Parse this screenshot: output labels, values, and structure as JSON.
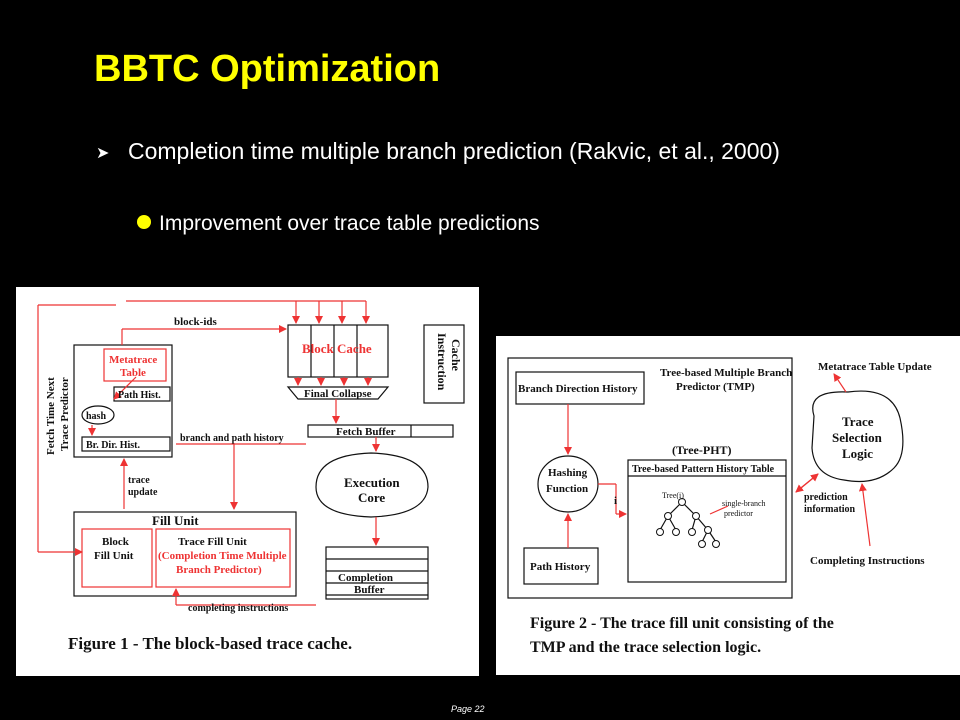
{
  "slide": {
    "title": "BBTC Optimization",
    "bullets": [
      {
        "text": "Completion time multiple branch prediction (Rakvic, et al., 2000)"
      },
      {
        "text": "Improvement over trace table predictions"
      }
    ],
    "footer": "Page 22"
  },
  "figure1": {
    "caption": "Figure 1 - The block-based trace cache.",
    "labels": {
      "block_ids": "block-ids",
      "block_cache": "Block Cache",
      "instruction_cache_1": "Instruction",
      "instruction_cache_2": "Cache",
      "final_collapse": "Final Collapse",
      "fetch_buffer": "Fetch Buffer",
      "predictor_1": "Fetch Time Next",
      "predictor_2": "Trace Predictor",
      "metatrace_1": "Metatrace",
      "metatrace_2": "Table",
      "path_hist": "Path Hist.",
      "hash": "hash",
      "br_dir_hist": "Br. Dir. Hist.",
      "branch_path_history": "branch and path history",
      "execution_1": "Execution",
      "execution_2": "Core",
      "trace_update_1": "trace",
      "trace_update_2": "update",
      "fill_unit": "Fill Unit",
      "block_fill_1": "Block",
      "block_fill_2": "Fill Unit",
      "trace_fill": "Trace Fill Unit",
      "completion_tmbp_1": "(Completion Time Multiple",
      "completion_tmbp_2": "Branch Predictor)",
      "completion_buffer_1": "Completion",
      "completion_buffer_2": "Buffer",
      "completing_instructions": "completing instructions"
    }
  },
  "figure2": {
    "caption_line1": "Figure 2 - The trace fill unit consisting of the",
    "caption_line2": "TMP and the trace selection logic.",
    "labels": {
      "branch_direction_history": "Branch Direction History",
      "tmp_1": "Tree-based Multiple Branch",
      "tmp_2": "Predictor (TMP)",
      "metatrace_update": "Metatrace Table Update",
      "tree_pht": "(Tree-PHT)",
      "pattern_table": "Tree-based Pattern History Table",
      "hashing_1": "Hashing",
      "hashing_2": "Function",
      "index_i": "i",
      "tree_i": "Tree(i)",
      "single_branch_1": "single-branch",
      "single_branch_2": "predictor",
      "trace_sel_1": "Trace",
      "trace_sel_2": "Selection",
      "trace_sel_3": "Logic",
      "prediction_info_1": "prediction",
      "prediction_info_2": "information",
      "path_history": "Path History",
      "completing_instructions": "Completing Instructions"
    }
  }
}
